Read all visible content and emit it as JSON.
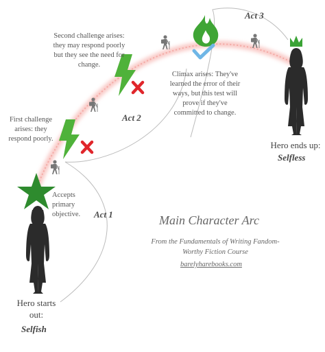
{
  "notes": {
    "second_challenge": "Second challenge arises: they may respond poorly but they see the need for change.",
    "first_challenge": "First challenge arises: they respond poorly.",
    "primary_objective": "Accepts primary objective.",
    "climax": "Climax arises: They've learned the error of their ways, but this test will prove if they've committed to change."
  },
  "acts": {
    "act1": "Act 1",
    "act2": "Act 2",
    "act3": "Act 3"
  },
  "hero_start": {
    "label": "Hero starts out:",
    "word": "Selfish"
  },
  "hero_end": {
    "label": "Hero ends up:",
    "word": "Selfless"
  },
  "title": "Main Character Arc",
  "subtitle": "From the Fundamentals of Writing Fandom-Worthy Fiction Course",
  "link": "barelyharebooks.com",
  "colors": {
    "arc_glow": "#f7b8b4",
    "star_green": "#2e8b2e",
    "bolt_green": "#4fb23a",
    "flame_green": "#3fa535",
    "check_blue": "#6fb6e6",
    "x_red": "#e0262b",
    "silhouette": "#2b2b2b",
    "hiker_gray": "#777777"
  }
}
